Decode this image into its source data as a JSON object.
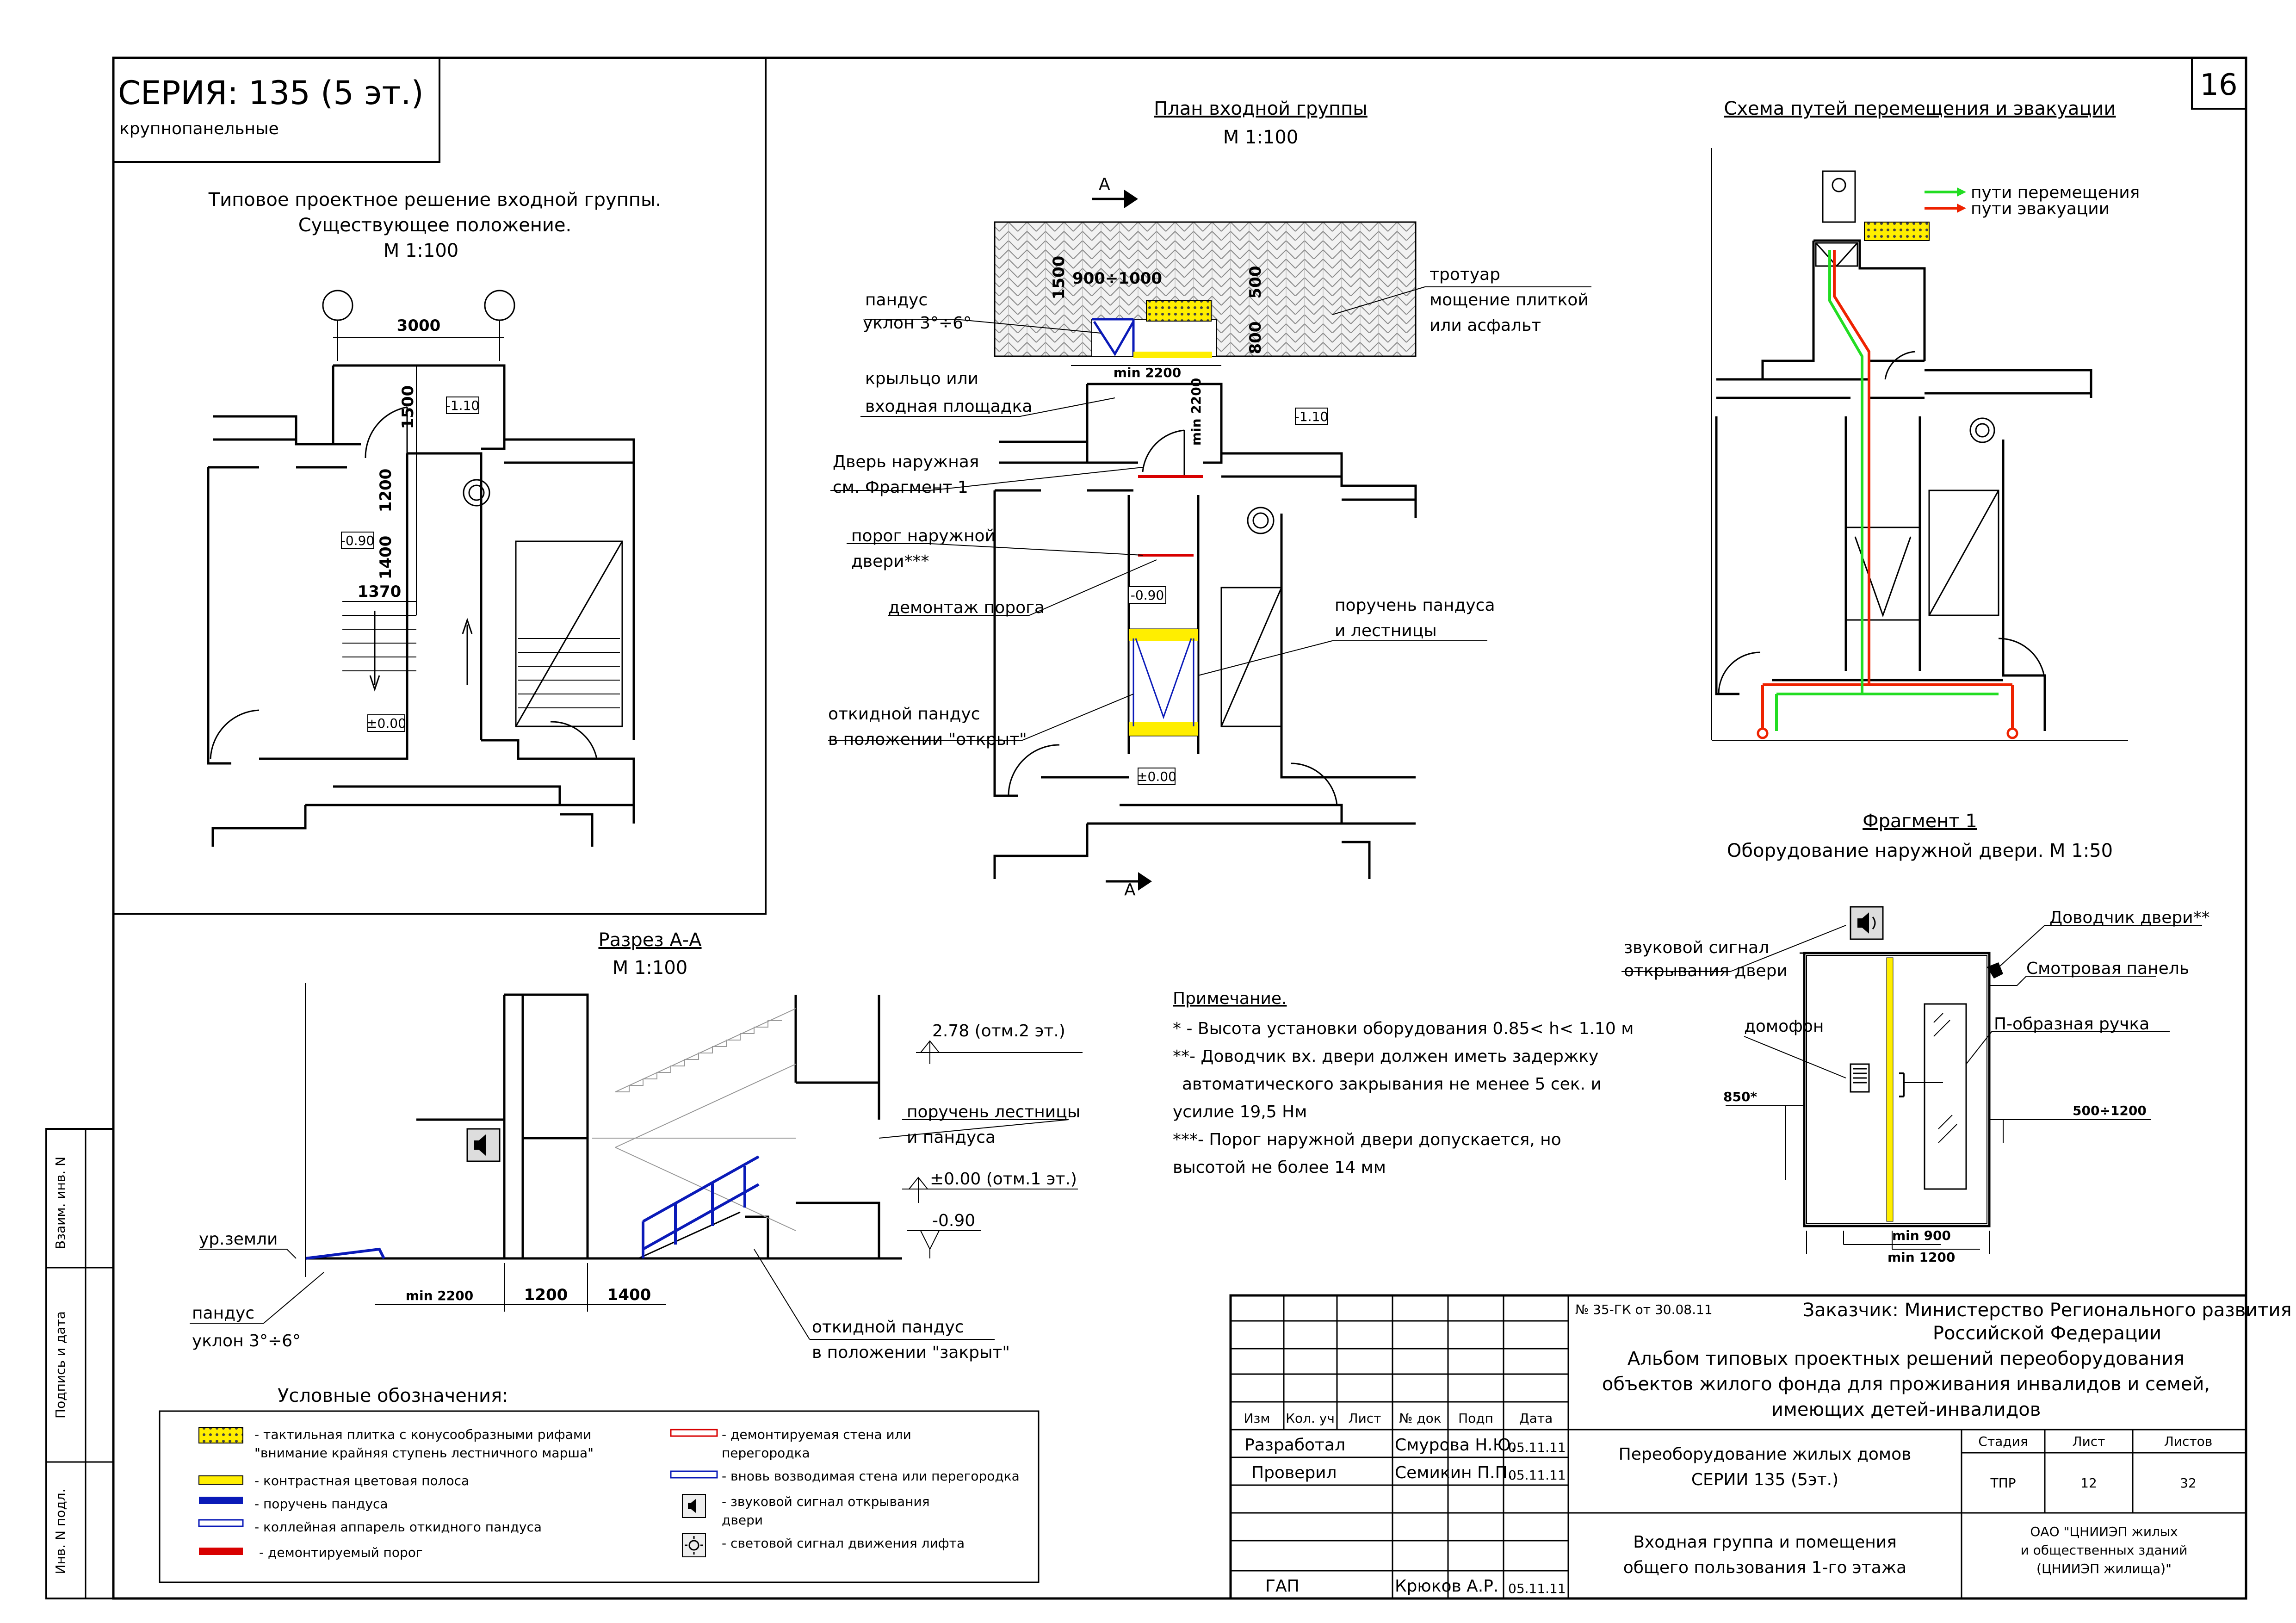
{
  "sheet": {
    "number": "16",
    "series_title": "СЕРИЯ: 135 (5 эт.)",
    "series_sub": "крупнопанельные"
  },
  "existing": {
    "title1": "Типовое проектное решение входной группы.",
    "title2": "Существующее положение.",
    "scale": "М 1:100",
    "dims": {
      "width": "3000",
      "d1500": "1500",
      "d1200": "1200",
      "d1400": "1400",
      "d1370": "1370"
    },
    "levels": {
      "l110": "-1.10",
      "l090": "-0.90",
      "l000": "±0.00"
    }
  },
  "plan": {
    "title": "План входной группы",
    "scale": "М 1:100",
    "section_mark": "А",
    "dims": {
      "d1500": "1500",
      "d900": "900÷1000",
      "d500": "500",
      "d800": "800",
      "d2200": "min 2200",
      "d2200v": "min 2200"
    },
    "levels": {
      "l110": "-1.10",
      "l090": "-0.90",
      "l000": "±0.00"
    },
    "labels": {
      "ramp1": "пандус",
      "ramp2": "уклон 3°÷6°",
      "porch1": "крыльцо или",
      "porch2": "входная площадка",
      "door1": "Дверь наружная",
      "door2": "см. Фрагмент 1",
      "sill1": "порог наружной",
      "sill2": "двери***",
      "demont": "демонтаж порога",
      "fold1": "откидной пандус",
      "fold2": "в положении \"открыт\"",
      "sidewalk1": "тротуар",
      "sidewalk2": "мощение плиткой",
      "sidewalk3": "или асфальт",
      "rail1": "поручень пандуса",
      "rail2": "и лестницы"
    }
  },
  "scheme": {
    "title": "Схема путей перемещения и эвакуации",
    "legend_move": "пути перемещения",
    "legend_evac": "пути эвакуации",
    "color_move": "#22dd22",
    "color_evac": "#ee2200"
  },
  "fragment": {
    "title": "Фрагмент 1",
    "subtitle": "Оборудование наружной двери. М 1:50",
    "sound1": "звуковой сигнал",
    "sound2": "открывания двери",
    "closer": "Доводчик двери**",
    "panel": "Смотровая панель",
    "handle": "П-образная ручка",
    "intercom": "домофон",
    "d850": "850*",
    "d500": "500÷1200",
    "d900": "min 900",
    "d1200": "min 1200"
  },
  "section": {
    "title": "Разрез А-А",
    "scale": "М 1:100",
    "lev278": "2.78 (отм.2 эт.)",
    "rail1": "поручень лестницы",
    "rail2": "и пандуса",
    "lev000": "±0.00 (отм.1 эт.)",
    "lev090": "-0.90",
    "ground": "ур.земли",
    "ramp1": "пандус",
    "ramp2": "уклон 3°÷6°",
    "fold1": "откидной пандус",
    "fold2": "в положении \"закрыт\"",
    "d2200": "min 2200",
    "d1200": "1200",
    "d1400": "1400"
  },
  "notes": {
    "title": "Примечание.",
    "n1": "* - Высота установки оборудования 0.85< h< 1.10 м",
    "n2a": "**- Доводчик вх. двери должен иметь задержку",
    "n2b": "автоматического закрывания не менее 5 сек. и",
    "n2c": "усилие 19,5 Нм",
    "n3a": "***- Порог наружной двери допускается, но",
    "n3b": "высотой не более 14 мм"
  },
  "legend": {
    "title": "Условные обозначения:",
    "items": [
      "- тактильная плитка с конусообразными рифами",
      "\"внимание крайняя ступень лестничного марша\"",
      "- контрастная цветовая полоса",
      "- поручень пандуса",
      "- коллейная аппарель откидного пандуса",
      "- демонтируемый порог",
      "- демонтируемая стена или",
      "перегородка",
      "- вновь возводимая стена или перегородка",
      "- звуковой сигнал открывания",
      "двери",
      "- световой сигнал движения лифта"
    ],
    "colors": {
      "yellow": "#ffee00",
      "blue": "#0a1ab8",
      "red": "#d80000"
    }
  },
  "stamp": {
    "doc_no": "№ 35-ГК от 30.08.11",
    "customer1": "Заказчик: Министерство Регионального развития",
    "customer2": "Российской Федерации",
    "album1": "Альбом типовых проектных решений переоборудования",
    "album2": "объектов жилого фонда для проживания инвалидов и семей,",
    "album3": "имеющих детей-инвалидов",
    "hdr": [
      "Изм",
      "Кол. уч",
      "Лист",
      "№ док",
      "Подп",
      "Дата"
    ],
    "dev_role": "Разработал",
    "dev_name": "Смурова Н.Ю.",
    "dev_date": "05.11.11",
    "chk_role": "Проверил",
    "chk_name": "Семикин П.П.",
    "chk_date": "05.11.11",
    "gap_role": "ГАП",
    "gap_name": "Крюков А.Р.",
    "gap_date": "05.11.11",
    "subject1": "Переоборудование жилых домов",
    "subject2": "СЕРИИ 135 (5эт.)",
    "sheet_title1": "Входная группа и помещения",
    "sheet_title2": "общего пользования 1-го этажа",
    "stage_h": "Стадия",
    "list_h": "Лист",
    "lists_h": "Листов",
    "stage": "ТПР",
    "list": "12",
    "lists": "32",
    "org1": "ОАО \"ЦНИИЭП жилых",
    "org2": "и общественных зданий",
    "org3": "(ЦНИИЭП жилища)\""
  },
  "side_stamp": {
    "a": "Взаим. инв. N",
    "b": "Подпись и дата",
    "c": "Инв. N подл."
  }
}
